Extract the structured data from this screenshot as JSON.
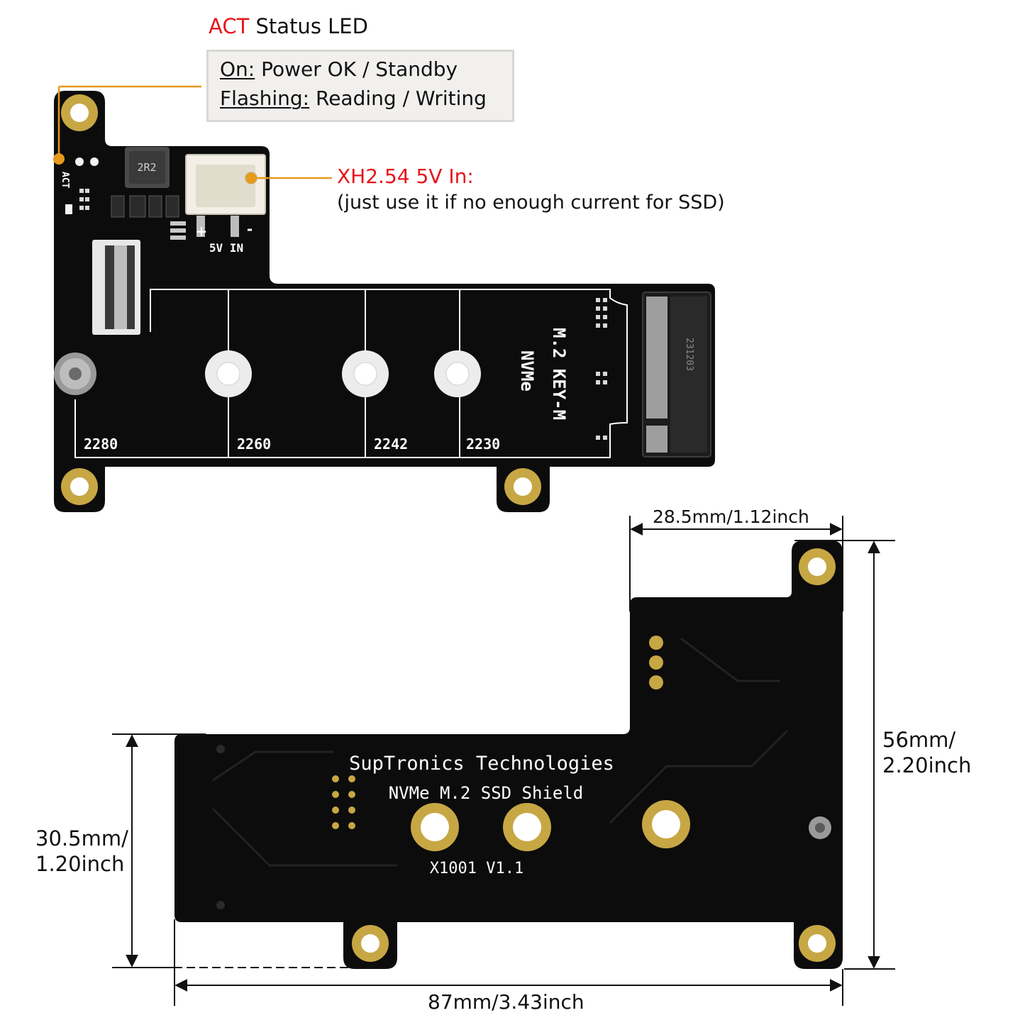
{
  "act_label": {
    "prefix": "ACT",
    "suffix": " Status LED"
  },
  "act_states": [
    {
      "term": "On:",
      "desc": " Power OK / Standby"
    },
    {
      "term": "Flashing:",
      "desc": " Reading / Writing"
    }
  ],
  "power_label": {
    "title": "XH2.54 5V In:",
    "note": "(just use it if no enough current for SSD)"
  },
  "board_front": {
    "silk_act": "ACT",
    "inductor": "2R2",
    "power_pin_plus": "+",
    "power_pin_minus": "-",
    "power_in": "5V IN",
    "m2_title": "M.2 KEY-M",
    "m2_sub": "NVMe",
    "connector_code": "231203",
    "size_markers": [
      "2280",
      "2260",
      "2242",
      "2230"
    ]
  },
  "board_back": {
    "company": "SupTronics Technologies",
    "product": "NVMe M.2 SSD Shield",
    "version": "X1001 V1.1"
  },
  "dimensions": {
    "top_width": "28.5mm/1.12inch",
    "height_line1": "56mm/",
    "height_line2": "2.20inch",
    "lower_height_line1": "30.5mm/",
    "lower_height_line2": "1.20inch",
    "total_width": "87mm/3.43inch"
  },
  "colors": {
    "pcb": "#0c0c0c",
    "pad_gold": "#c7a744",
    "leader_orange": "#e59a1c",
    "accent_red": "#e8141b",
    "silk_white": "#ffffff"
  }
}
